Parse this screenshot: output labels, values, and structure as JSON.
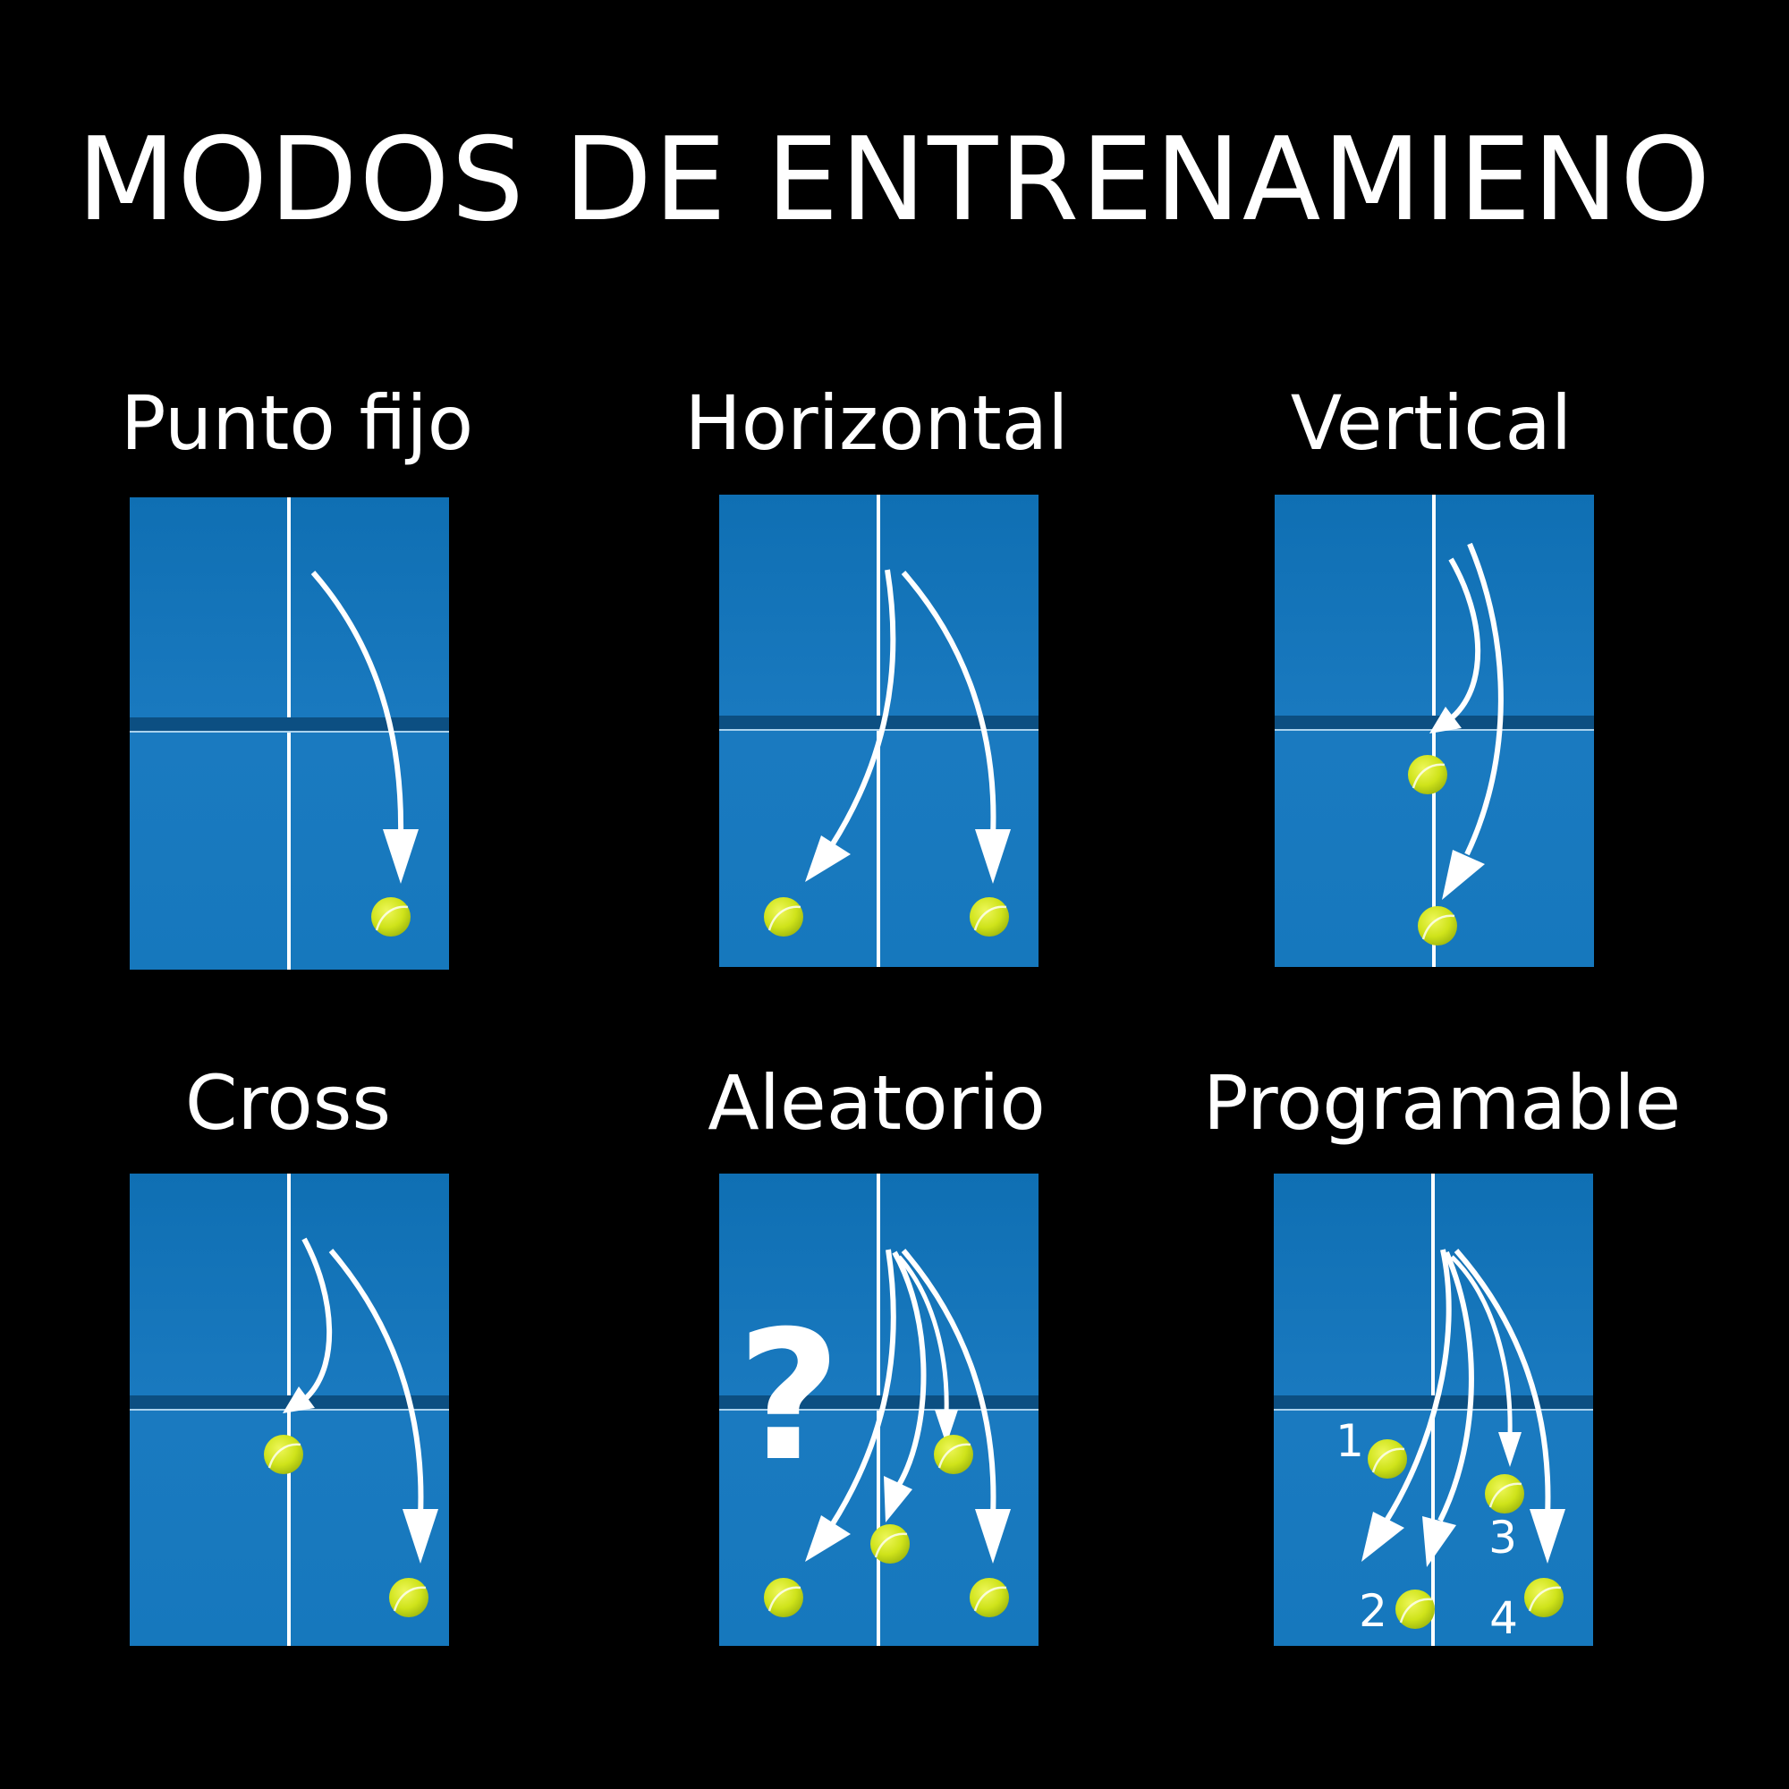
{
  "title": "MODOS DE ENTRENAMIENO",
  "colors": {
    "background": "#000000",
    "court": "#1a7ac0",
    "court_dark": "#0f5d98",
    "line": "#ffffff",
    "ball": "#d4e81a",
    "arrow": "#ffffff"
  },
  "modes": [
    {
      "id": "punto-fijo",
      "label": "Punto fijo",
      "markers": []
    },
    {
      "id": "horizontal",
      "label": "Horizontal",
      "markers": []
    },
    {
      "id": "vertical",
      "label": "Vertical",
      "markers": []
    },
    {
      "id": "cross",
      "label": "Cross",
      "markers": []
    },
    {
      "id": "aleatorio",
      "label": "Aleatorio",
      "markers": [
        "?"
      ]
    },
    {
      "id": "programable",
      "label": "Programable",
      "markers": [
        "1",
        "2",
        "3",
        "4"
      ]
    }
  ],
  "icons": {
    "ball": "tennis-ball-icon",
    "arrow": "trajectory-arrow-icon",
    "question": "question-mark-icon"
  }
}
